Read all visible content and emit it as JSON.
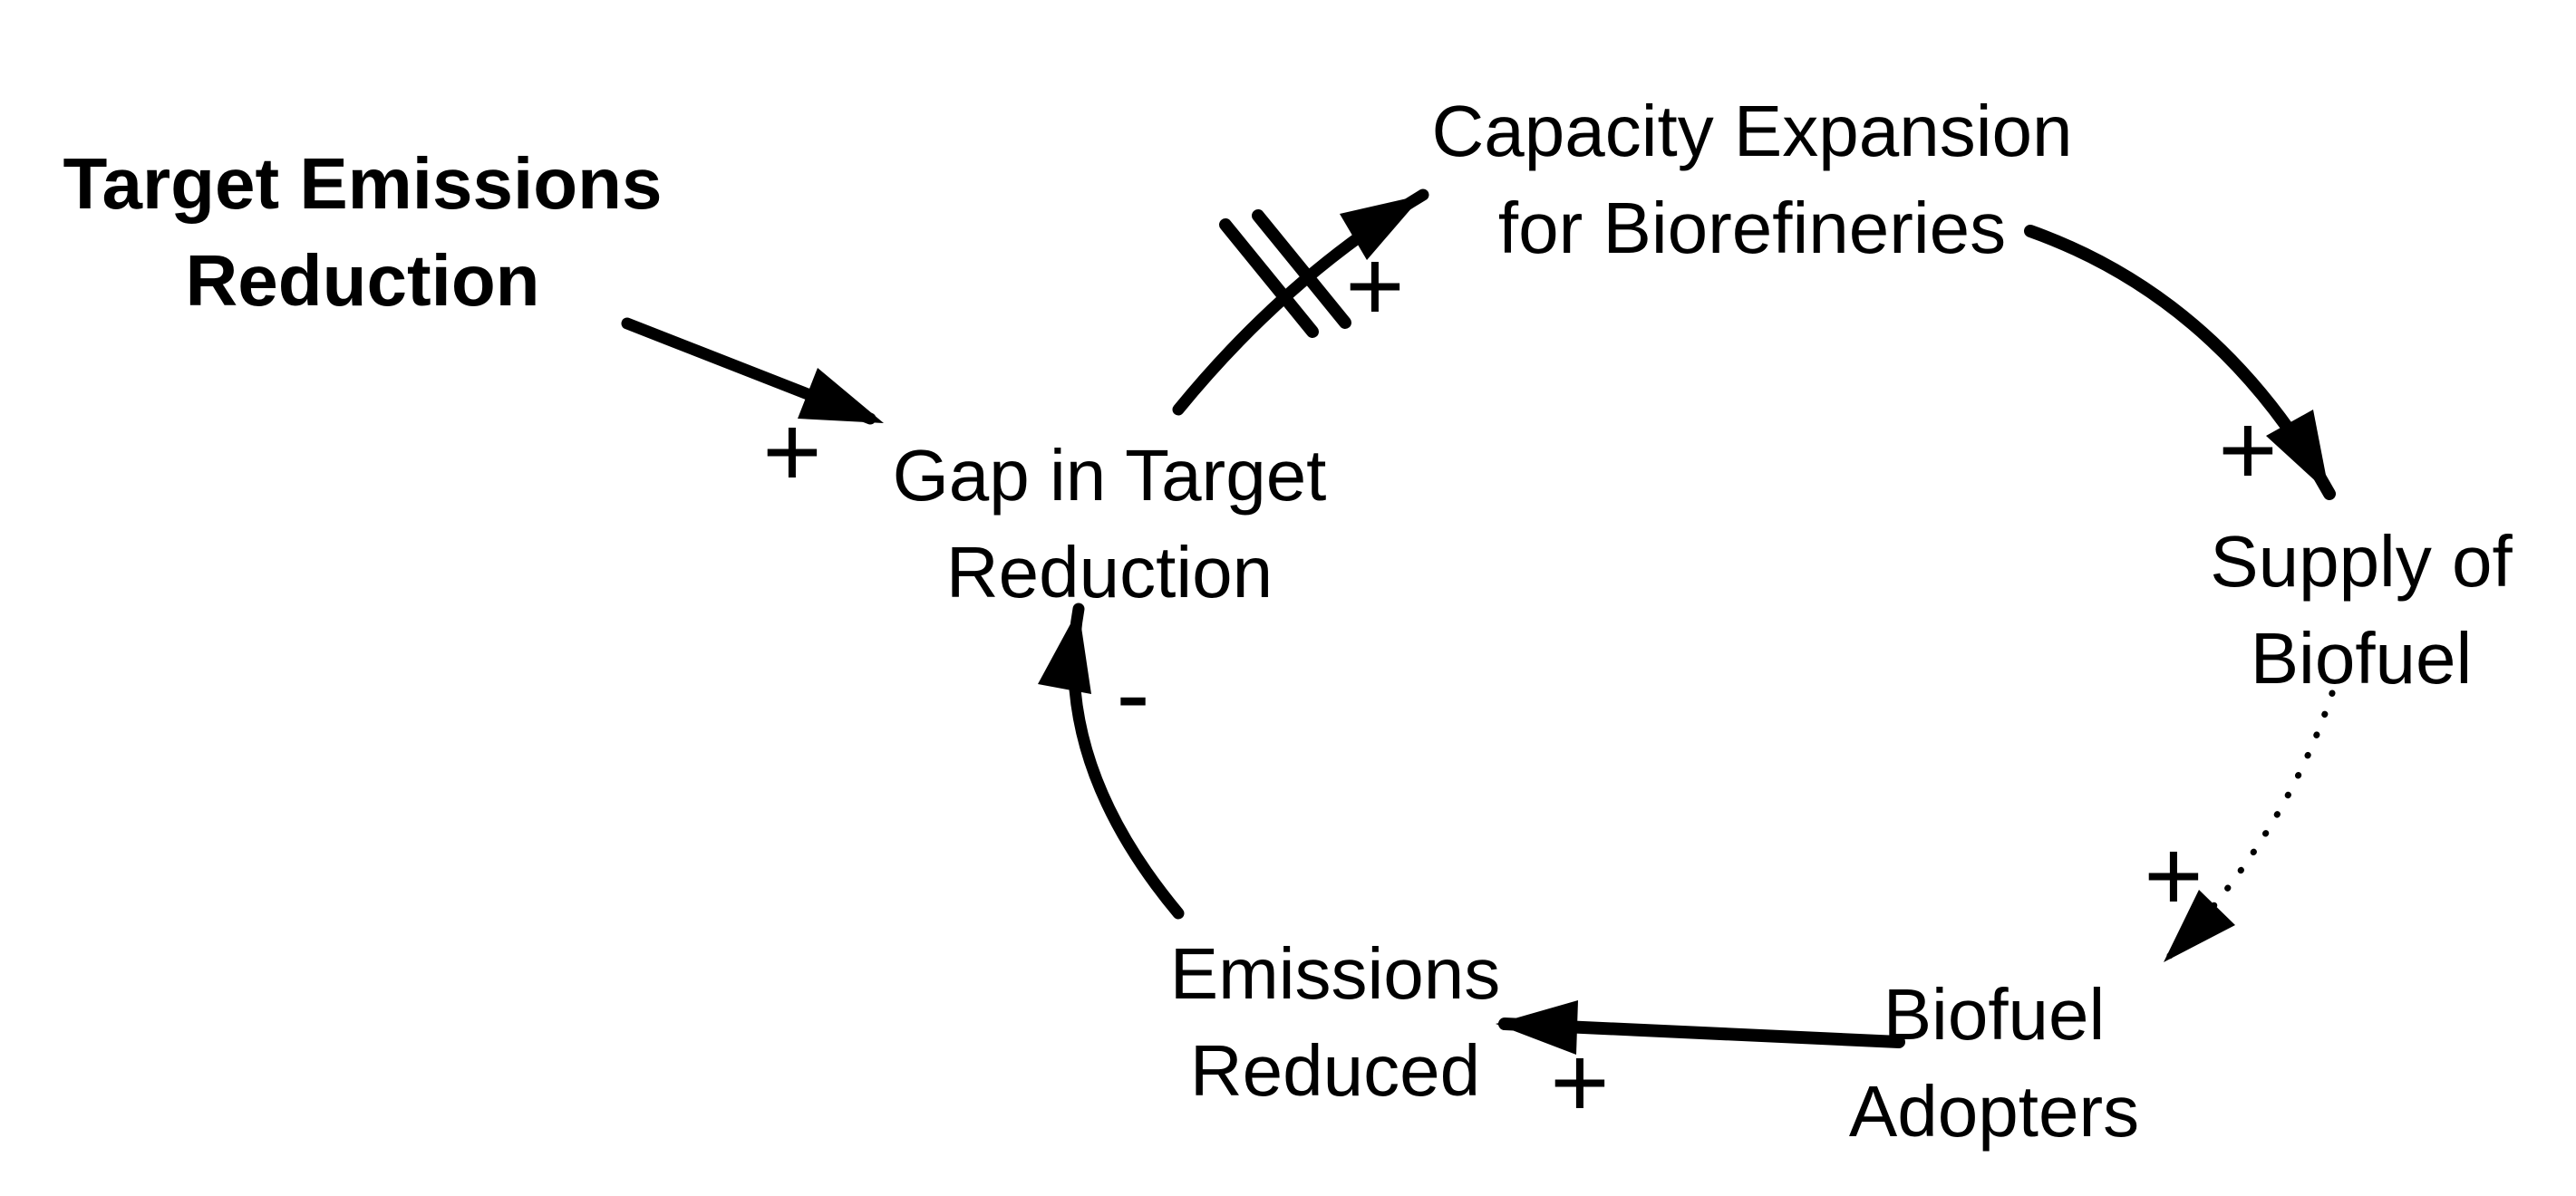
{
  "diagram": {
    "background_color": "#ffffff",
    "ink_color": "#000000",
    "nodes": [
      {
        "id": "target-emissions-reduction",
        "line1": "Target Emissions",
        "line2": "Reduction",
        "emphasis": "bold"
      },
      {
        "id": "gap-in-target-reduction",
        "line1": "Gap in Target",
        "line2": "Reduction",
        "emphasis": "normal"
      },
      {
        "id": "capacity-expansion",
        "line1": "Capacity Expansion",
        "line2": "for Biorefineries",
        "emphasis": "normal"
      },
      {
        "id": "supply-of-biofuel",
        "line1": "Supply of",
        "line2": "Biofuel",
        "emphasis": "normal"
      },
      {
        "id": "biofuel-adopters",
        "line1": "Biofuel",
        "line2": "Adopters",
        "emphasis": "normal"
      },
      {
        "id": "emissions-reduced",
        "line1": "Emissions",
        "line2": "Reduced",
        "emphasis": "normal"
      }
    ],
    "links": [
      {
        "from": "target-emissions-reduction",
        "to": "gap-in-target-reduction",
        "sign": "+",
        "style": "solid",
        "delay": false
      },
      {
        "from": "gap-in-target-reduction",
        "to": "capacity-expansion",
        "sign": "+",
        "style": "solid",
        "delay": true
      },
      {
        "from": "capacity-expansion",
        "to": "supply-of-biofuel",
        "sign": "+",
        "style": "solid",
        "delay": false
      },
      {
        "from": "supply-of-biofuel",
        "to": "biofuel-adopters",
        "sign": "+",
        "style": "dotted",
        "delay": false
      },
      {
        "from": "biofuel-adopters",
        "to": "emissions-reduced",
        "sign": "+",
        "style": "solid",
        "delay": false
      },
      {
        "from": "emissions-reduced",
        "to": "gap-in-target-reduction",
        "sign": "-",
        "style": "solid",
        "delay": false
      }
    ]
  }
}
